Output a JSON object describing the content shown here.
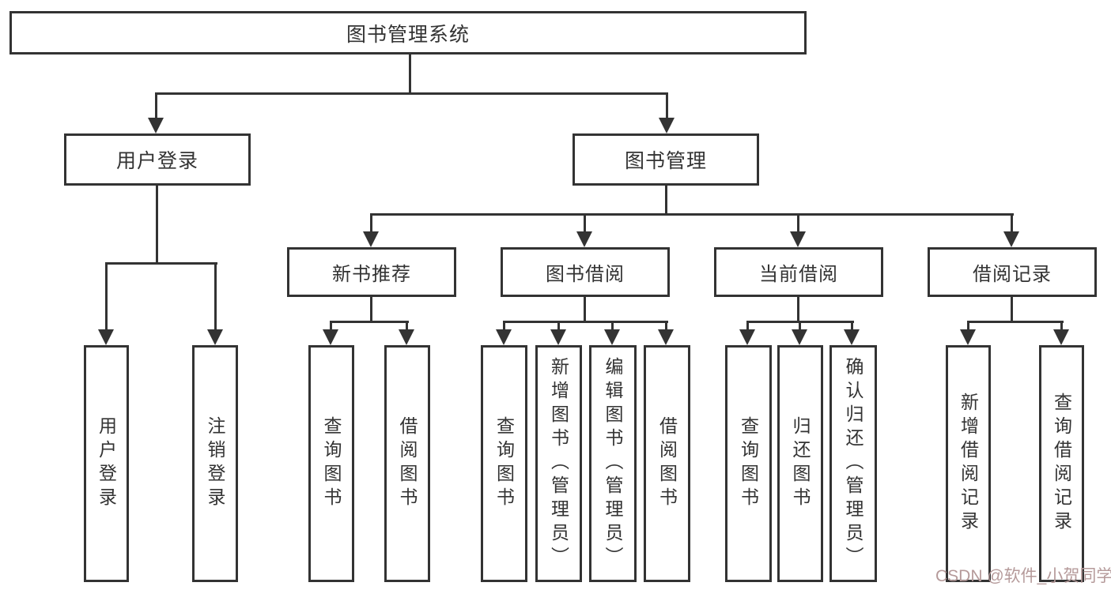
{
  "nodes": {
    "root": "图书管理系统",
    "user_login": "用户登录",
    "book_mgmt": "图书管理",
    "new_book_rec": "新书推荐",
    "book_borrow": "图书借阅",
    "current_borrow": "当前借阅",
    "borrow_record": "借阅记录",
    "leaf_user_login": "用户登录",
    "leaf_logout": "注销登录",
    "leaf_nb_query": "查询图书",
    "leaf_nb_borrow": "借阅图书",
    "leaf_bb_query": "查询图书",
    "leaf_bb_add": "新增图书（管理员）",
    "leaf_bb_edit": "编辑图书（管理员）",
    "leaf_bb_borrow": "借阅图书",
    "leaf_cb_query": "查询图书",
    "leaf_cb_return": "归还图书",
    "leaf_cb_confirm": "确认归还（管理员）",
    "leaf_br_add": "新增借阅记录",
    "leaf_br_query": "查询借阅记录"
  },
  "watermark": {
    "text": "CSDN @软件_小贺同学",
    "color": "#b59a9a"
  },
  "colors": {
    "line": "#333333",
    "text": "#333333",
    "background": "#ffffff"
  }
}
